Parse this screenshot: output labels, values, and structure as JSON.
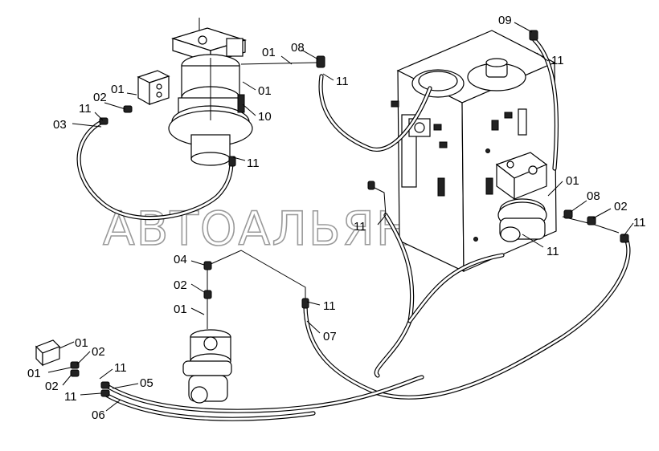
{
  "watermark": "АВТОАЛЬЯН",
  "callouts": [
    {
      "id": "c-09",
      "text": "09"
    },
    {
      "id": "c-01-a",
      "text": "01"
    },
    {
      "id": "c-08-a",
      "text": "08"
    },
    {
      "id": "c-11-a",
      "text": "11"
    },
    {
      "id": "c-11-b",
      "text": "11"
    },
    {
      "id": "c-01-b",
      "text": "01"
    },
    {
      "id": "c-10",
      "text": "10"
    },
    {
      "id": "c-01-c",
      "text": "01"
    },
    {
      "id": "c-02-a",
      "text": "02"
    },
    {
      "id": "c-11-c",
      "text": "11"
    },
    {
      "id": "c-03",
      "text": "03"
    },
    {
      "id": "c-11-d",
      "text": "11"
    },
    {
      "id": "c-01-d",
      "text": "01"
    },
    {
      "id": "c-08-b",
      "text": "08"
    },
    {
      "id": "c-02-b",
      "text": "02"
    },
    {
      "id": "c-11-e",
      "text": "11"
    },
    {
      "id": "c-11-f",
      "text": "11"
    },
    {
      "id": "c-11-g",
      "text": "11"
    },
    {
      "id": "c-04",
      "text": "04"
    },
    {
      "id": "c-02-c",
      "text": "02"
    },
    {
      "id": "c-01-e",
      "text": "01"
    },
    {
      "id": "c-11-h",
      "text": "11"
    },
    {
      "id": "c-07",
      "text": "07"
    },
    {
      "id": "c-01-f",
      "text": "01"
    },
    {
      "id": "c-02-d",
      "text": "02"
    },
    {
      "id": "c-01-g",
      "text": "01"
    },
    {
      "id": "c-11-i",
      "text": "11"
    },
    {
      "id": "c-02-e",
      "text": "02"
    },
    {
      "id": "c-05",
      "text": "05"
    },
    {
      "id": "c-11-j",
      "text": "11"
    },
    {
      "id": "c-06",
      "text": "06"
    }
  ]
}
